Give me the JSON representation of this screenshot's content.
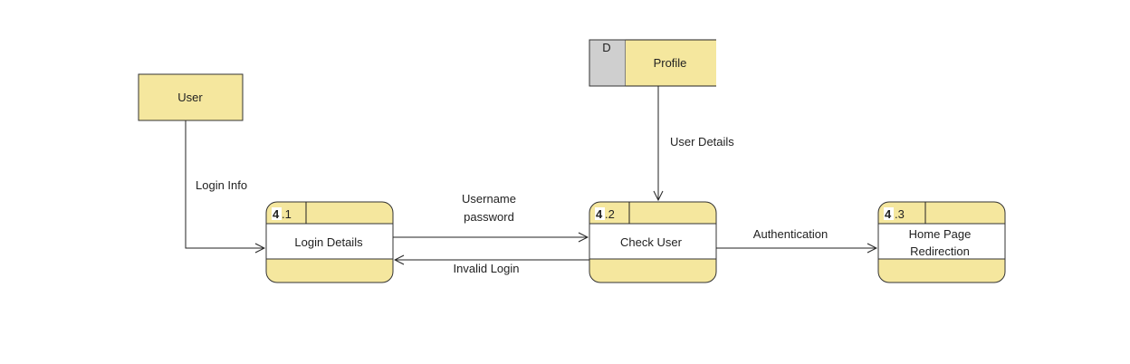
{
  "external_entity": {
    "label": "User"
  },
  "data_store": {
    "id": "D",
    "label": "Profile"
  },
  "processes": [
    {
      "id": "4",
      "sub": ".1",
      "label": "Login Details"
    },
    {
      "id": "4",
      "sub": ".2",
      "label": "Check User"
    },
    {
      "id": "4",
      "sub": ".3",
      "label_line1": "Home Page",
      "label_line2": "Redirection"
    }
  ],
  "flows": {
    "login_info": "Login Info",
    "username": "Username",
    "password": "password",
    "invalid_login": "Invalid Login",
    "user_details": "User Details",
    "authentication": "Authentication"
  },
  "colors": {
    "fill": "#f5e79e",
    "store_id_fill": "#cfcfcf",
    "stroke": "#333333"
  }
}
